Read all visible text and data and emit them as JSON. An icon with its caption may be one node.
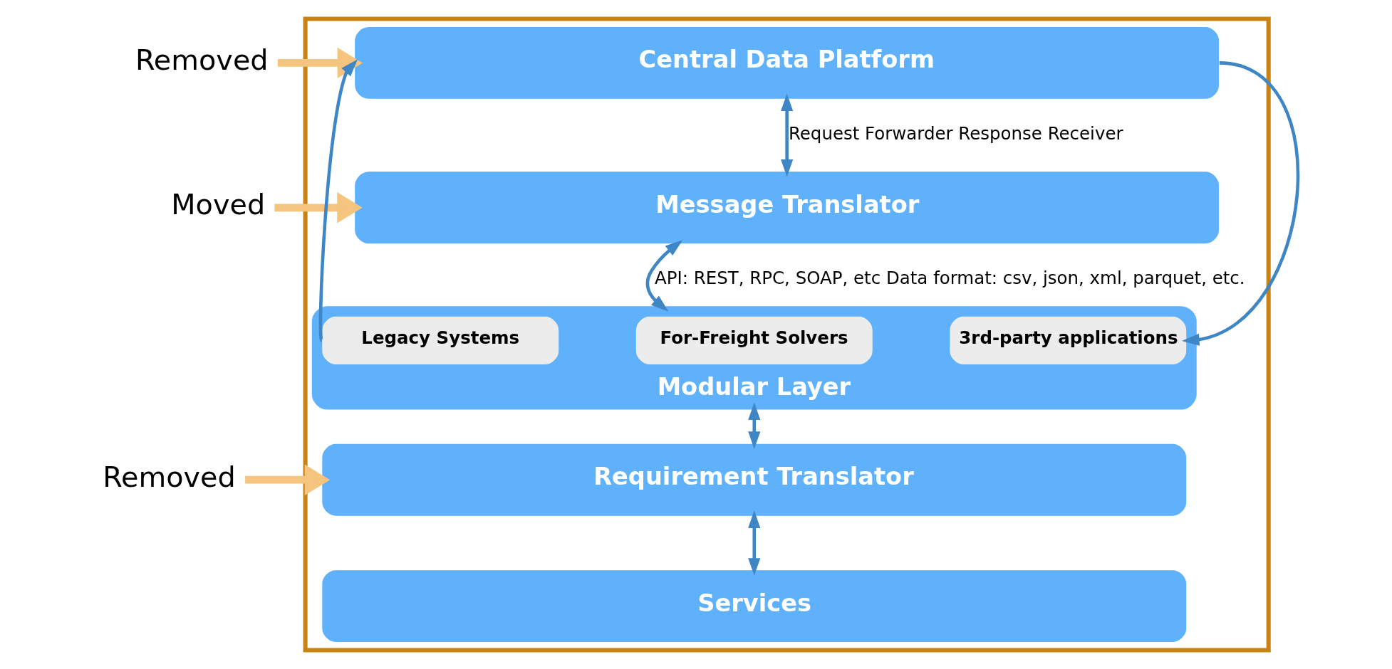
{
  "diagram": {
    "nodes": [
      {
        "text": [],
        "shape": "box"
      },
      {
        "text": [
          "Central Data Platform"
        ],
        "in": 0
      },
      {
        "text": [
          "Message Translator"
        ],
        "in": 0
      },
      {
        "text": [
          "Modular Layer"
        ],
        "in": 0
      },
      {
        "text": [
          "Legacy Systems"
        ],
        "in": 3
      },
      {
        "text": [
          "For-Freight Solvers"
        ],
        "in": 3
      },
      {
        "text": [
          "3rd-party applications"
        ],
        "in": 3
      },
      {
        "text": [
          "Requirement Translator"
        ],
        "in": 0
      },
      {
        "text": [
          "Services"
        ],
        "in": 0
      },
      {
        "text": [
          "Removed"
        ]
      },
      {
        "text": [
          "Moved"
        ]
      },
      {
        "text": [
          "Removed"
        ]
      }
    ],
    "edges": [
      {
        "from": 9,
        "to": 1,
        "arrow": "to",
        "style": "thick",
        "color": "#f5c47e"
      },
      {
        "from": 10,
        "to": 2,
        "arrow": "to",
        "style": "thick",
        "color": "#f5c47e"
      },
      {
        "from": 11,
        "to": 7,
        "arrow": "to",
        "style": "thick",
        "color": "#f5c47e"
      },
      {
        "from": 1,
        "to": 2,
        "arrow": "both",
        "label": "Request Forwarder Response Receiver"
      },
      {
        "from": 2,
        "to": 3,
        "arrow": "both",
        "label": "API: REST, RPC, SOAP, etc Data format: csv, json, xml, parquet, etc."
      },
      {
        "from": 3,
        "to": 7,
        "arrow": "both"
      },
      {
        "from": 7,
        "to": 8,
        "arrow": "both"
      },
      {
        "from": 3,
        "to": 1,
        "arrow": "to"
      },
      {
        "from": 1,
        "to": 3,
        "arrow": "to"
      }
    ]
  }
}
